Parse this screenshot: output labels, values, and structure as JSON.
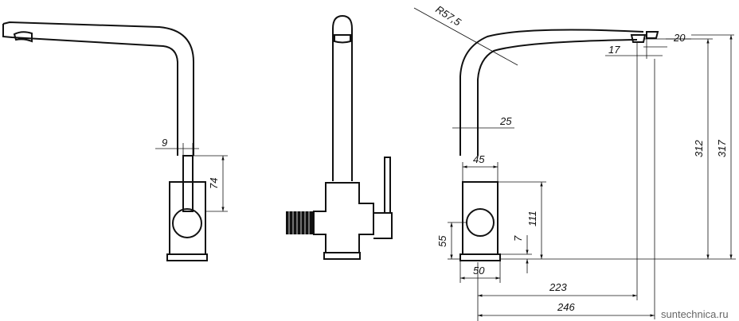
{
  "views": {
    "side_left": {
      "dimensions": {
        "d1": "9",
        "d2": "74"
      }
    },
    "front": {},
    "side_right": {
      "dimensions": {
        "radius": "R57,5",
        "d_20": "20",
        "d_17": "17",
        "d_25": "25",
        "d_45": "45",
        "d_312": "312",
        "d_317": "317",
        "d_111": "111",
        "d_7": "7",
        "d_55": "55",
        "d_50": "50",
        "d_223": "223",
        "d_246": "246"
      }
    }
  },
  "watermark": "suntechnica.ru"
}
